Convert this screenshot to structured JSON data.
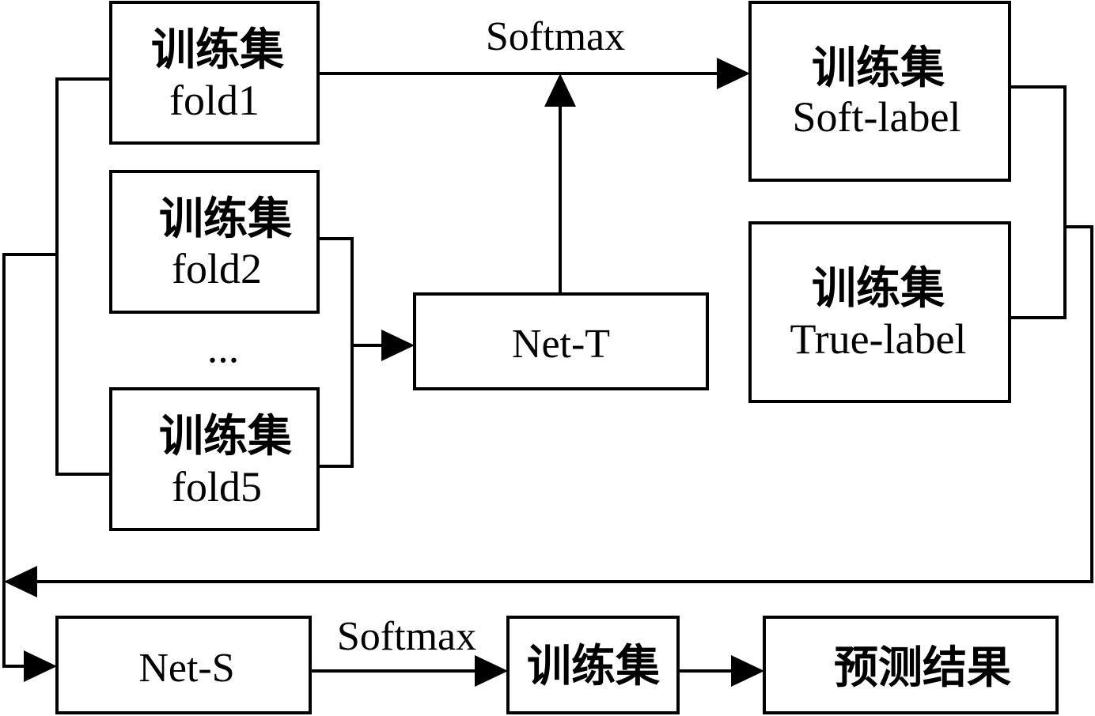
{
  "boxes": {
    "fold1": {
      "title": "训练集",
      "subtitle": "fold1"
    },
    "fold2": {
      "title": "训练集",
      "subtitle": "fold2"
    },
    "ellipsis": "...",
    "fold5": {
      "title": "训练集",
      "subtitle": "fold5"
    },
    "net_t": {
      "label": "Net-T"
    },
    "soft_label": {
      "title": "训练集",
      "subtitle": "Soft-label"
    },
    "true_label": {
      "title": "训练集",
      "subtitle": "True-label"
    },
    "net_s": {
      "label": "Net-S"
    },
    "train_set_out": {
      "label": "训练集"
    },
    "prediction": {
      "label": "预测结果"
    }
  },
  "edge_labels": {
    "softmax_top": "Softmax",
    "softmax_bottom": "Softmax"
  }
}
